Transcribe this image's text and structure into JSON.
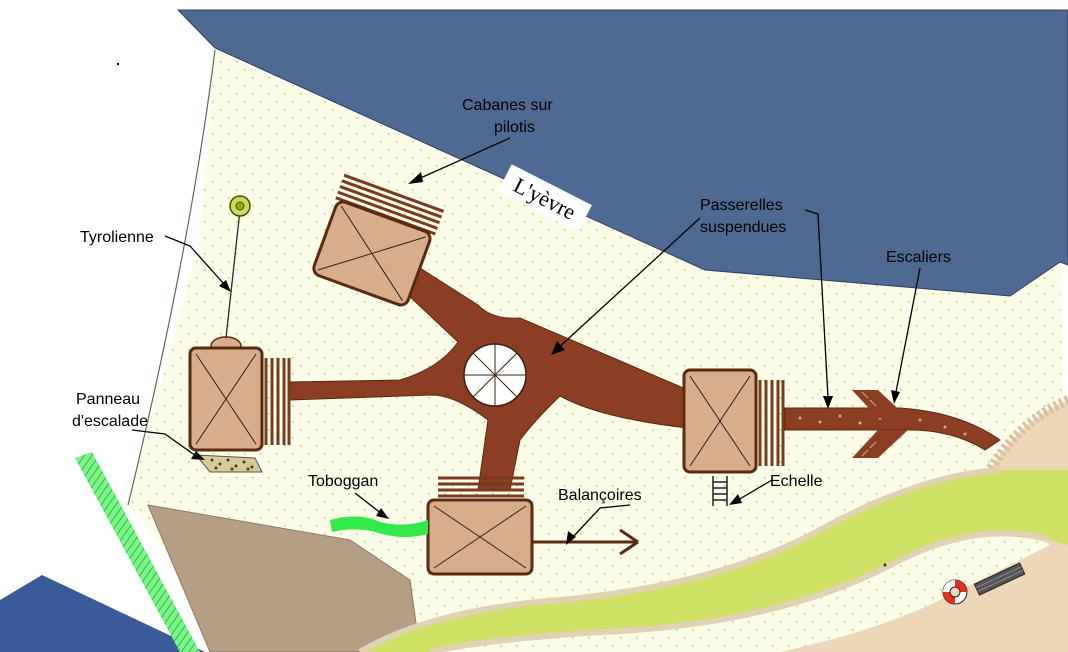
{
  "title": "",
  "labels": {
    "cabanes_line1": "Cabanes sur",
    "cabanes_line2": "pilotis",
    "passerelles_line1": "Passerelles",
    "passerelles_line2": "suspendues",
    "escaliers": "Escaliers",
    "tyrolienne": "Tyrolienne",
    "panneau_line1": "Panneau",
    "panneau_line2": "d'escalade",
    "toboggan": "Toboggan",
    "balancoires": "Balançoires",
    "echelle": "Echelle",
    "river": "L'yèvre"
  },
  "colors": {
    "river": "#4f6a92",
    "grass": "#fbfde8",
    "grass_dots": "#b9cf82",
    "wood": "#8b3e24",
    "hut": "#d7ad8c",
    "path": "#cfe164",
    "ground": "#ecd8b8",
    "ramp": "#b49e84",
    "slide": "#33e84a"
  }
}
